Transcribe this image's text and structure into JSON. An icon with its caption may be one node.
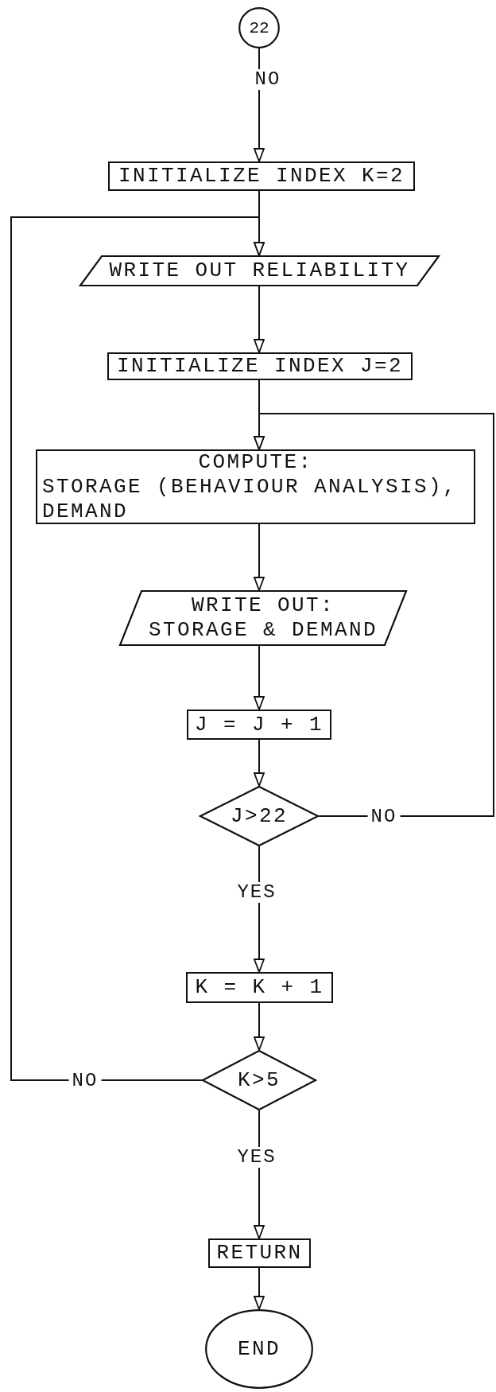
{
  "diagram": {
    "nodes": [
      {
        "text": [
          "22"
        ]
      },
      {
        "text": [
          "INITIALIZE INDEX K=2"
        ]
      },
      {
        "text": [
          "WRITE OUT RELIABILITY"
        ]
      },
      {
        "text": [
          "INITIALIZE INDEX J=2"
        ]
      },
      {
        "text": [
          "COMPUTE:",
          "STORAGE (BEHAVIOUR ANALYSIS), DEMAND"
        ]
      },
      {
        "text": [
          "WRITE OUT: STORAGE & DEMAND"
        ]
      },
      {
        "text": [
          "J = J + 1"
        ]
      },
      {
        "text": [
          "J>22"
        ]
      },
      {
        "text": [
          "K = K + 1"
        ]
      },
      {
        "text": [
          "K>5"
        ]
      },
      {
        "text": [
          "RETURN"
        ]
      },
      {
        "text": [
          "END"
        ]
      }
    ],
    "edges": [
      {
        "from": 0,
        "to": 1,
        "arrow": "to",
        "label": "NO"
      },
      {
        "from": 1,
        "to": 2,
        "arrow": "to"
      },
      {
        "from": 2,
        "to": 3,
        "arrow": "to"
      },
      {
        "from": 3,
        "to": 4,
        "arrow": "to"
      },
      {
        "from": 4,
        "to": 5,
        "arrow": "to"
      },
      {
        "from": 5,
        "to": 6,
        "arrow": "to"
      },
      {
        "from": 6,
        "to": 7,
        "arrow": "to"
      },
      {
        "from": 7,
        "to": 4,
        "arrow": "to",
        "label": "NO"
      },
      {
        "from": 7,
        "to": 8,
        "arrow": "to",
        "label": "YES"
      },
      {
        "from": 8,
        "to": 9,
        "arrow": "to"
      },
      {
        "from": 9,
        "to": 2,
        "arrow": "to",
        "label": "NO"
      },
      {
        "from": 9,
        "to": 10,
        "arrow": "to",
        "label": "YES"
      },
      {
        "from": 10,
        "to": 11,
        "arrow": "to"
      }
    ]
  }
}
